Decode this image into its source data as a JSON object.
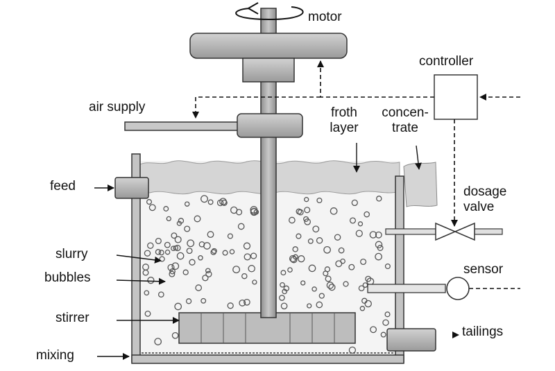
{
  "labels": {
    "motor": "motor",
    "controller": "controller",
    "air_supply": "air supply",
    "froth_line1": "froth",
    "froth_line2": "layer",
    "concentrate_line1": "concen-",
    "concentrate_line2": "trate",
    "feed": "feed",
    "dosage_line1": "dosage",
    "dosage_line2": "valve",
    "slurry": "slurry",
    "bubbles": "bubbles",
    "sensor": "sensor",
    "stirrer": "stirrer",
    "tailings": "tailings",
    "mixing": "mixing"
  },
  "colors": {
    "metal_fill": "#b9b9b9",
    "metal_dark": "#8c8c8c",
    "outline": "#333333",
    "froth": "#d8d8d8",
    "slurry": "#f4f4f4",
    "stirrer": "#bdbdbd"
  }
}
